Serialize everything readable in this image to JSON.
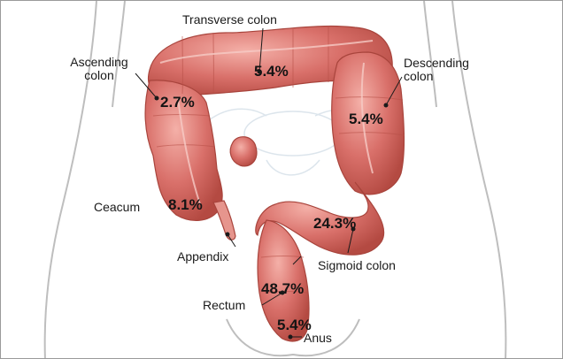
{
  "labels": {
    "transverse": "Transverse colon",
    "ascending_line1": "Ascending",
    "ascending_line2": "colon",
    "descending_line1": "Descending",
    "descending_line2": "colon",
    "ceacum": "Ceacum",
    "appendix": "Appendix",
    "sigmoid": "Sigmoid colon",
    "rectum": "Rectum",
    "anus": "Anus"
  },
  "percentages": {
    "transverse": "5.4%",
    "ascending": "2.7%",
    "descending": "5.4%",
    "ceacum": "8.1%",
    "sigmoid": "24.3%",
    "rectum": "48.7%",
    "anus": "5.4%"
  },
  "colors": {
    "colon_fill": "#d9706a",
    "colon_dark": "#b8483f",
    "colon_light": "#f0aaa3",
    "body_outline": "#9c9c9c"
  }
}
